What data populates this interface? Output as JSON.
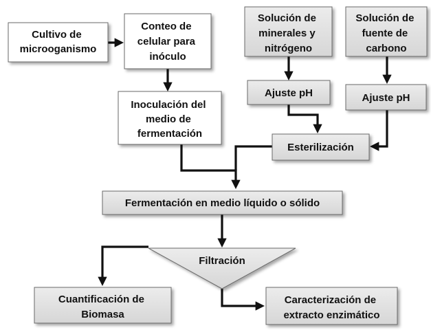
{
  "nodes": {
    "cultivo": {
      "lines": [
        "Cultivo de",
        "microoganismo"
      ]
    },
    "conteo": {
      "lines": [
        "Conteo de",
        "celular para",
        "inóculo"
      ]
    },
    "minerales": {
      "lines": [
        "Solución de",
        "minerales y",
        "nitrógeno"
      ]
    },
    "carbono": {
      "lines": [
        "Solución de",
        "fuente de",
        "carbono"
      ]
    },
    "ajuste_ph_1": {
      "lines": [
        "Ajuste pH"
      ]
    },
    "ajuste_ph_2": {
      "lines": [
        "Ajuste pH"
      ]
    },
    "inoculacion": {
      "lines": [
        "Inoculación del",
        "medio de",
        "fermentación"
      ]
    },
    "esterilizacion": {
      "lines": [
        "Esterilización"
      ]
    },
    "fermentacion": {
      "lines": [
        "Fermentación en medio líquido o sólido"
      ]
    },
    "filtracion": {
      "lines": [
        "Filtración"
      ]
    },
    "biomasa": {
      "lines": [
        "Cuantificación de",
        "Biomasa"
      ]
    },
    "extracto": {
      "lines": [
        "Caracterización de",
        "extracto enzimático"
      ]
    }
  },
  "colors": {
    "box_fill": "#d9d9d9",
    "box_fill_light": "#ececec",
    "box_stroke": "#6a6a6a",
    "arrow": "#111111"
  }
}
